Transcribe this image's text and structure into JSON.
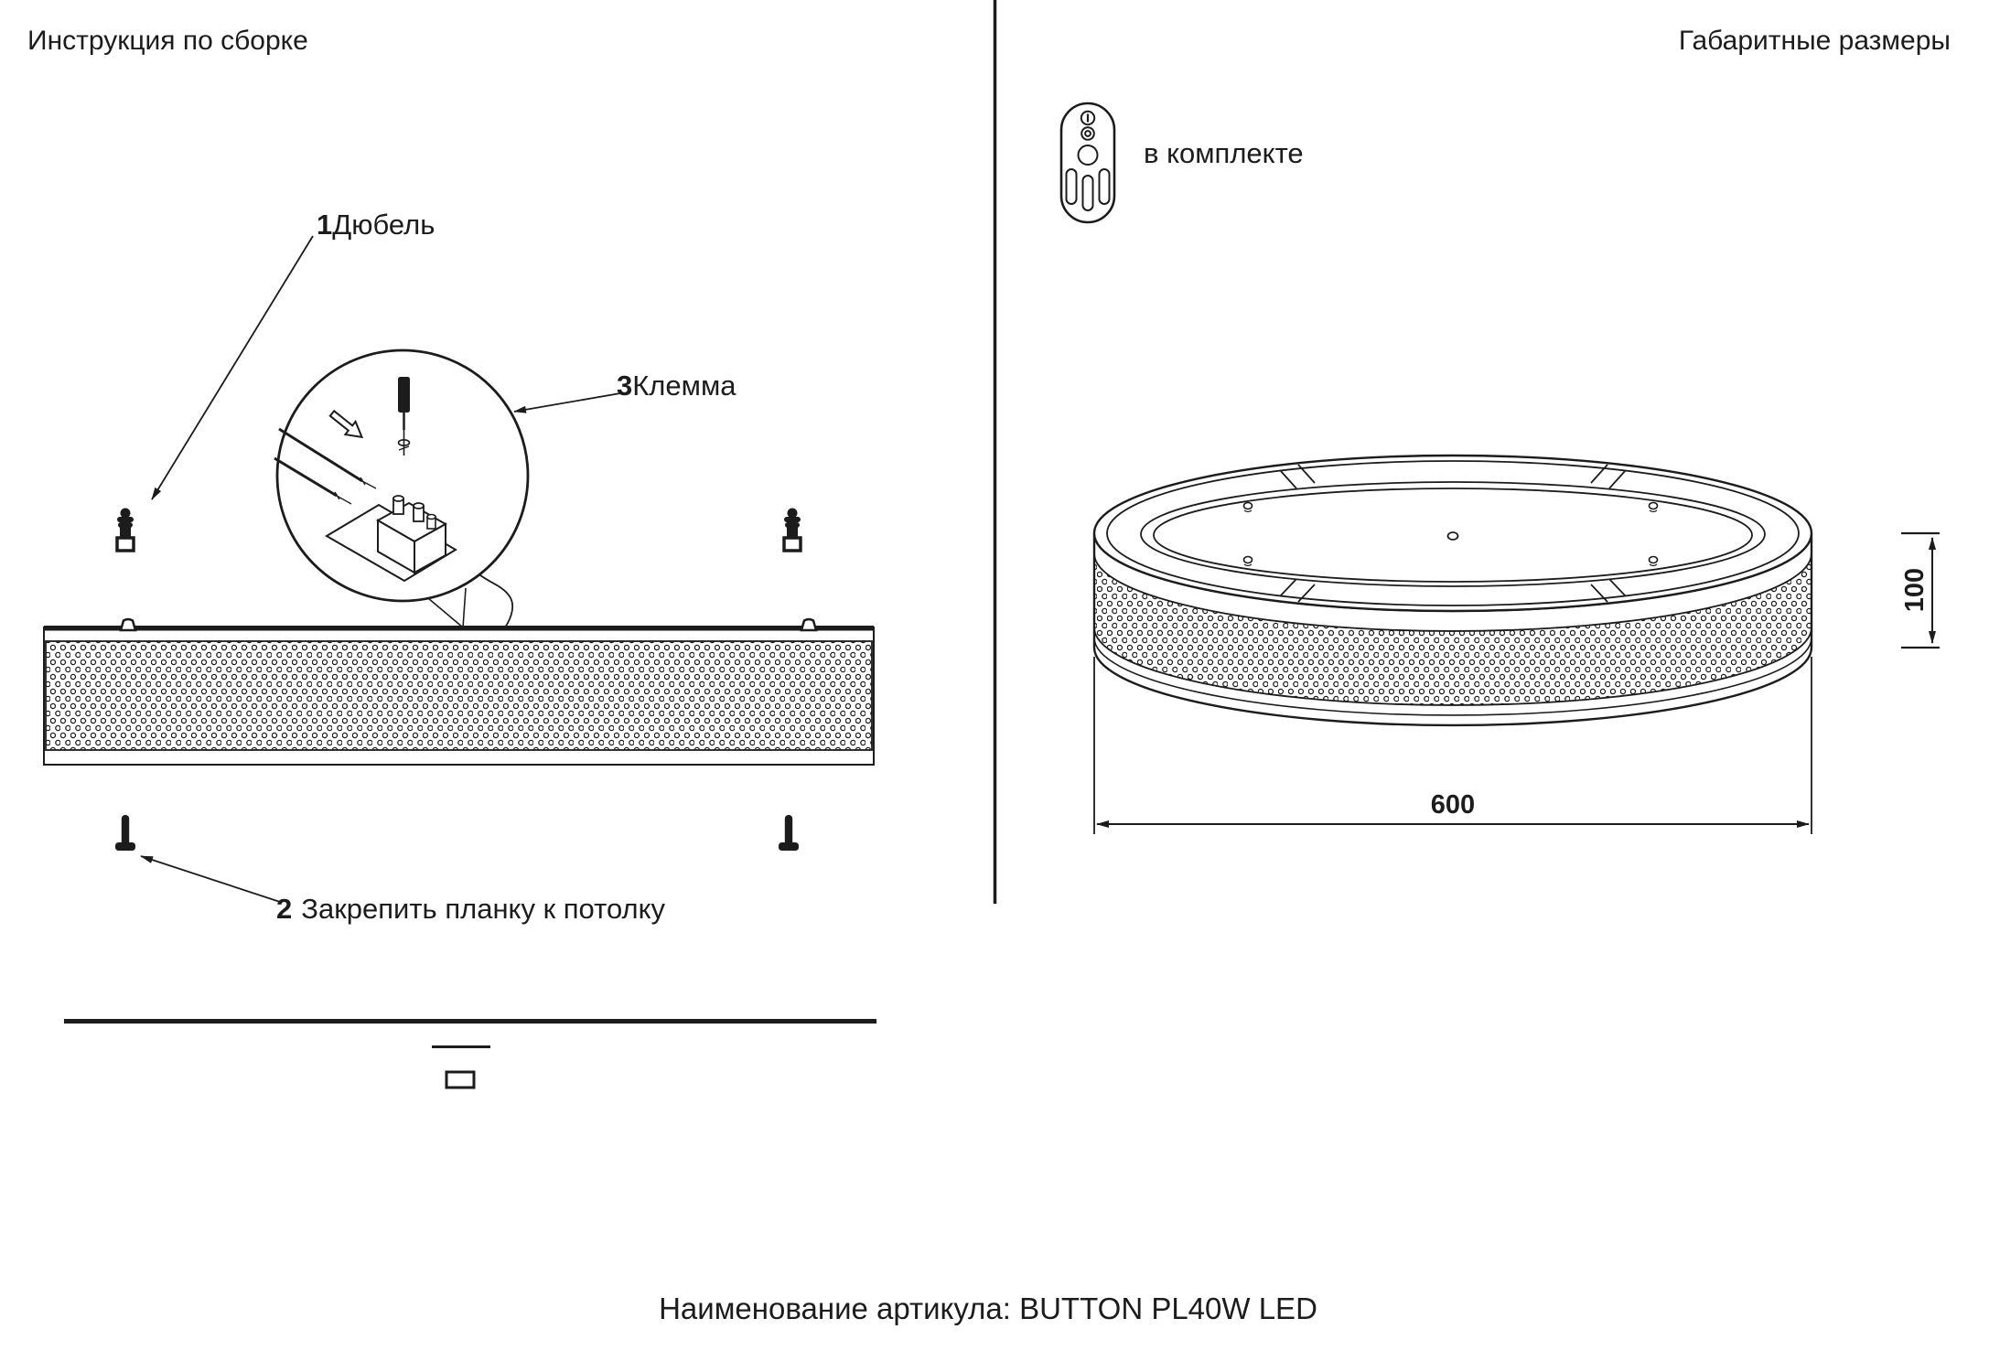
{
  "left_panel": {
    "title": "Инструкция по сборке",
    "callout_1": {
      "number": "1",
      "label": "Дюбель"
    },
    "callout_2": {
      "number": "2",
      "label": "Закрепить планку к потолку"
    },
    "callout_3": {
      "number": "3",
      "label": "Клемма"
    }
  },
  "right_panel": {
    "title": "Габаритные размеры",
    "remote_note": "в комплекте",
    "dimension_width": "600",
    "dimension_height": "100"
  },
  "footer": {
    "article_name": "Наименование артикула: BUTTON PL40W LED"
  },
  "colors": {
    "ink": "#1c1c1c",
    "background": "#ffffff"
  },
  "icons": {
    "remote": "remote-control-icon"
  }
}
